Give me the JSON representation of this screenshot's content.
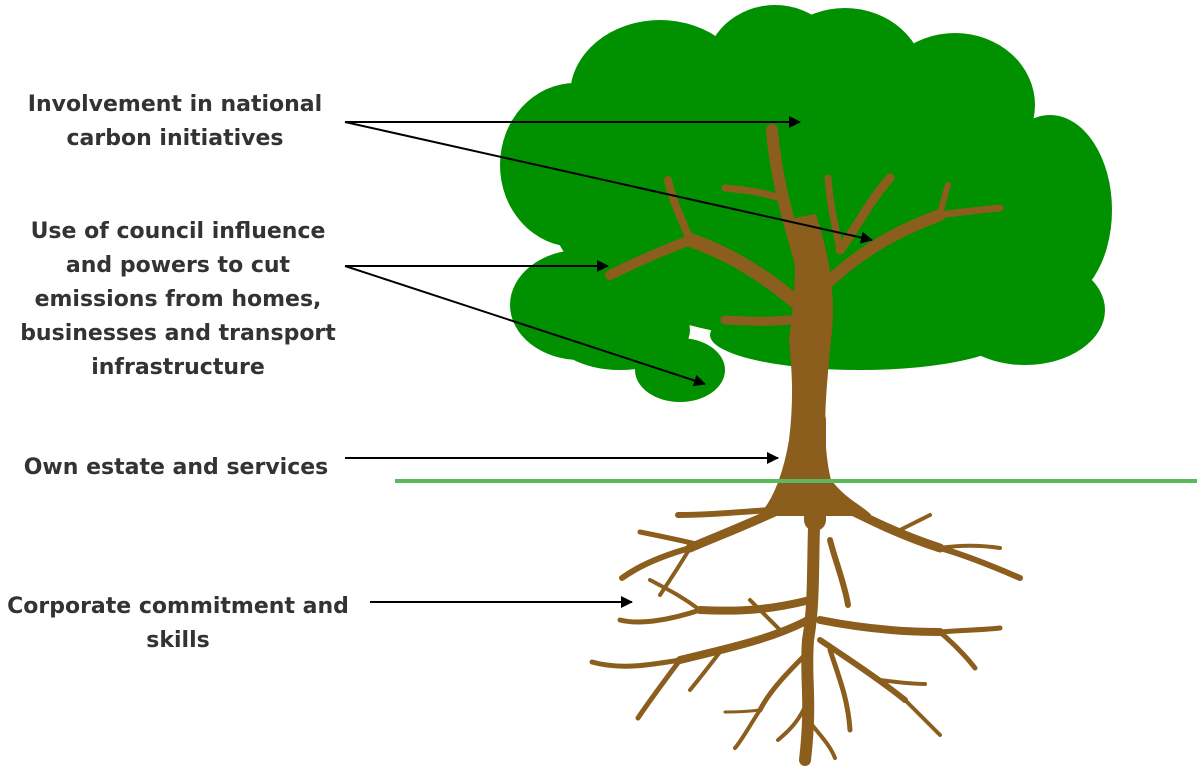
{
  "labels": {
    "national": [
      "Involvement in national",
      "carbon initiatives"
    ],
    "council": [
      "Use of council influence",
      "and powers to cut",
      "emissions from homes,",
      "businesses and transport",
      "infrastructure"
    ],
    "estate": [
      "Own estate and services"
    ],
    "corporate": [
      "Corporate commitment and",
      "skills"
    ]
  },
  "colors": {
    "canopy": "#009000",
    "trunk": "#8b5e1e",
    "ground": "#5cb85c",
    "arrow": "#000000",
    "text": "#333333"
  }
}
